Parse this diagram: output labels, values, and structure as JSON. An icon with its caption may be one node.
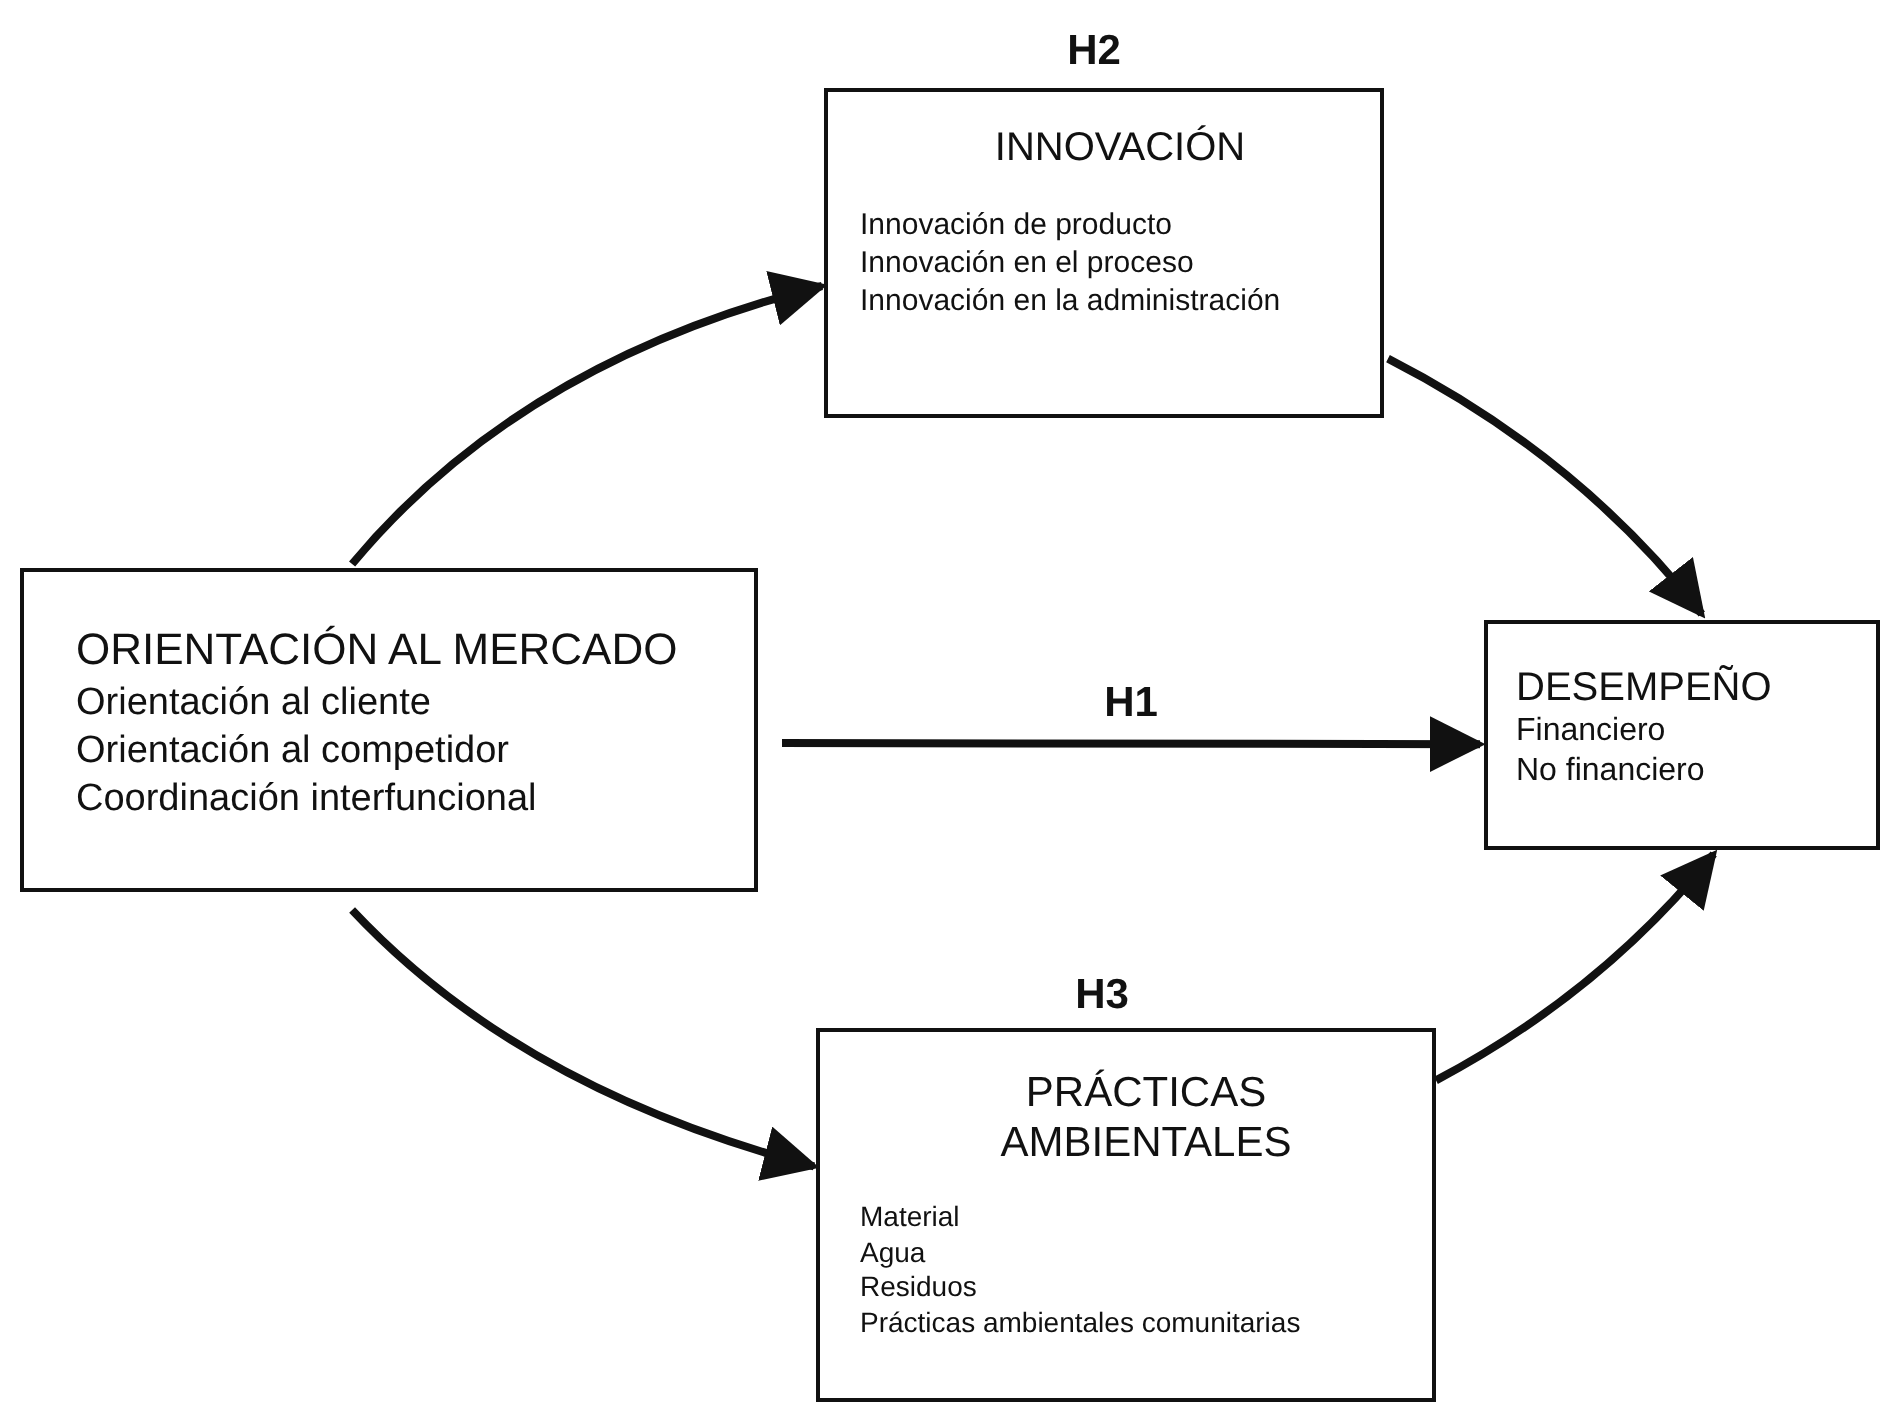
{
  "diagram": {
    "nodes": [
      {
        "text": [
          "ORIENTACIÓN AL MERCADO",
          "Orientación al cliente",
          "Orientación al competidor",
          "Coordinación interfuncional"
        ]
      },
      {
        "text": [
          "INNOVACIÓN",
          "Innovación de producto",
          "Innovación en el proceso",
          "Innovación en la administración"
        ],
        "beside": [
          "H2"
        ]
      },
      {
        "text": [
          "DESEMPEÑO",
          "Financiero",
          "No financiero"
        ]
      },
      {
        "text": [
          "PRÁCTICAS AMBIENTALES",
          "Material",
          "Agua",
          "Residuos",
          "Prácticas ambientales comunitarias"
        ],
        "beside": [
          "H3"
        ]
      }
    ],
    "edges": [
      {
        "from": 0,
        "to": 1,
        "arrow": "to"
      },
      {
        "from": 1,
        "to": 2,
        "arrow": "to"
      },
      {
        "from": 0,
        "to": 2,
        "arrow": "to",
        "label": "H1"
      },
      {
        "from": 0,
        "to": 3,
        "arrow": "to"
      },
      {
        "from": 3,
        "to": 2,
        "arrow": "to"
      }
    ]
  }
}
